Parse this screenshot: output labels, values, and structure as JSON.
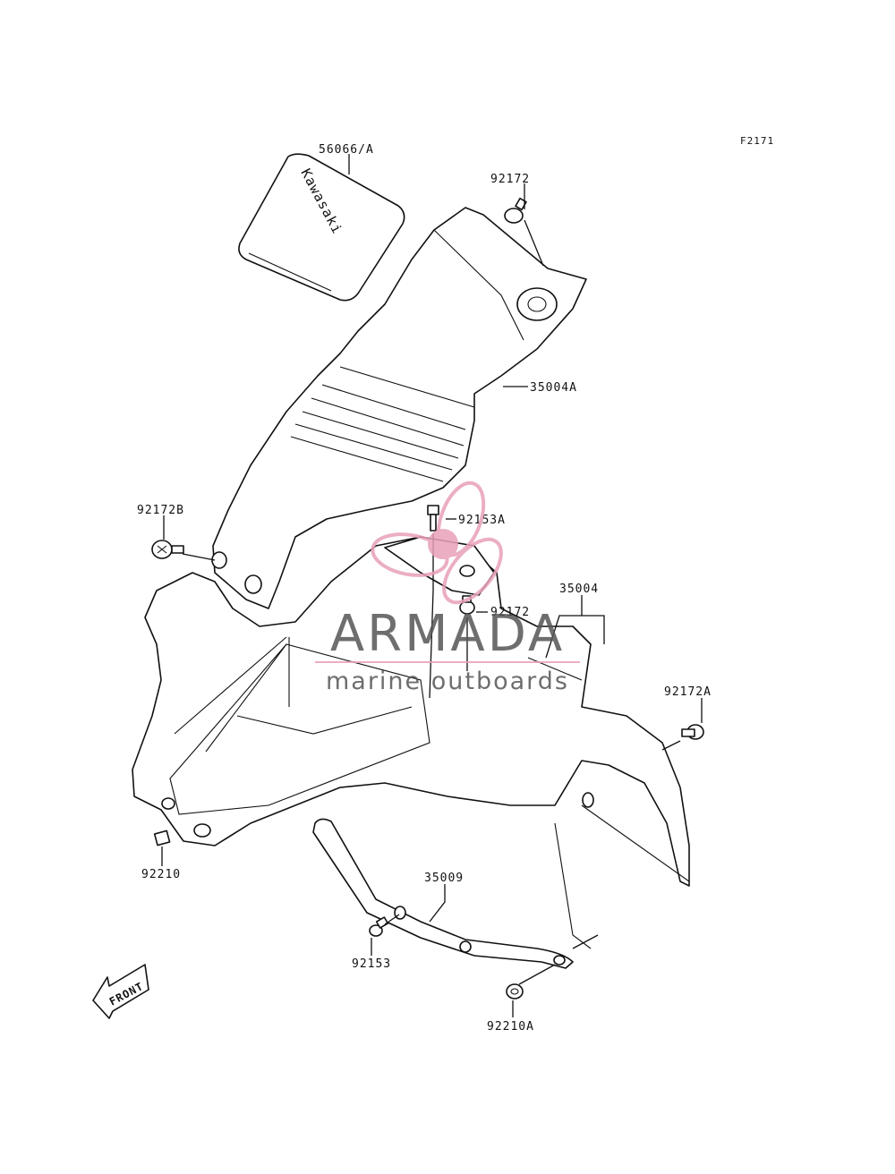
{
  "figure_code": "F2171",
  "decal_text": "Kawasaki",
  "front_arrow_text": "FRONT",
  "watermark": {
    "brand": "ARMADA",
    "tagline": "marine outboards",
    "brand_color": "#e8a0b8",
    "text_color": "#555555"
  },
  "callouts": [
    {
      "id": "56066A",
      "part_number": "56066/A"
    },
    {
      "id": "92172-top",
      "part_number": "92172"
    },
    {
      "id": "35004A",
      "part_number": "35004A"
    },
    {
      "id": "92172B",
      "part_number": "92172B"
    },
    {
      "id": "92153A",
      "part_number": "92153A"
    },
    {
      "id": "35004",
      "part_number": "35004"
    },
    {
      "id": "92172-mid",
      "part_number": "92172"
    },
    {
      "id": "92172A",
      "part_number": "92172A"
    },
    {
      "id": "92210",
      "part_number": "92210"
    },
    {
      "id": "35009",
      "part_number": "35009"
    },
    {
      "id": "92153",
      "part_number": "92153"
    },
    {
      "id": "92210A",
      "part_number": "92210A"
    }
  ]
}
